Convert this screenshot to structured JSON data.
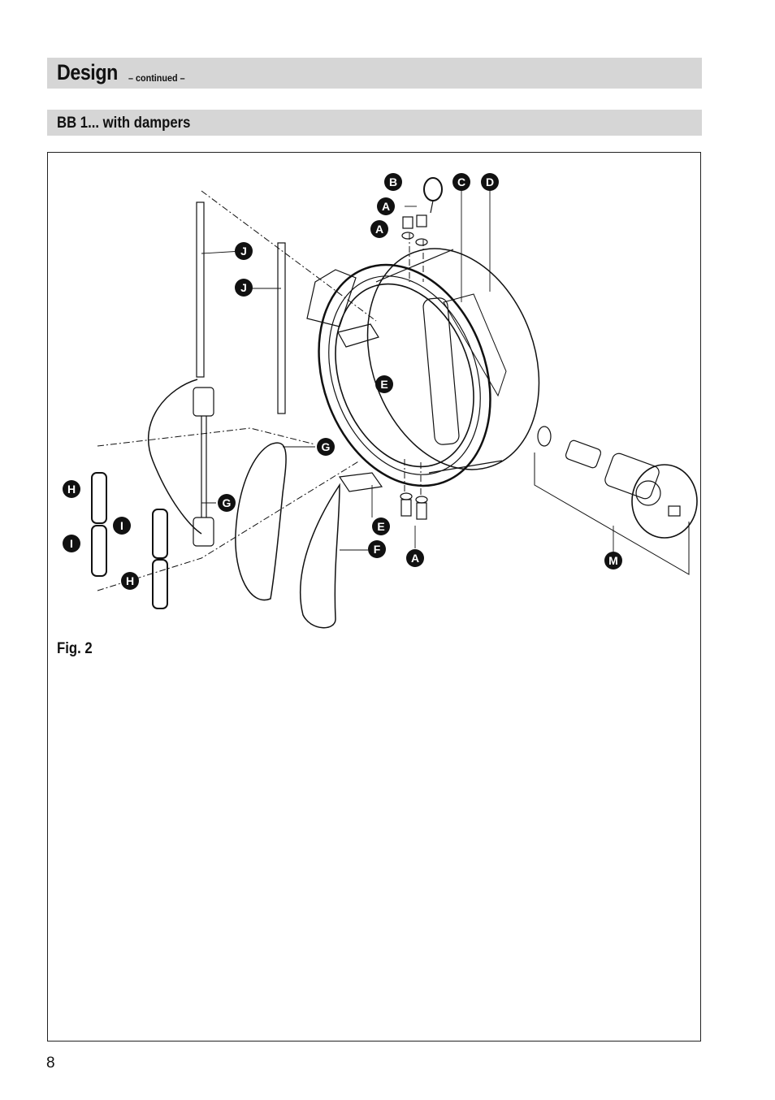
{
  "header": {
    "title": "Design",
    "subtitle": "– continued –"
  },
  "section": {
    "title": "BB 1... with dampers"
  },
  "figure": {
    "caption": "Fig. 2",
    "labels": {
      "A1": "A",
      "A2": "A",
      "A3": "A",
      "B": "B",
      "C": "C",
      "D": "D",
      "E1": "E",
      "E2": "E",
      "F": "F",
      "G1": "G",
      "G2": "G",
      "H1": "H",
      "H2": "H",
      "I1": "I",
      "I2": "I",
      "J1": "J",
      "J2": "J",
      "M": "M"
    }
  },
  "footer": {
    "page_number": "8"
  }
}
